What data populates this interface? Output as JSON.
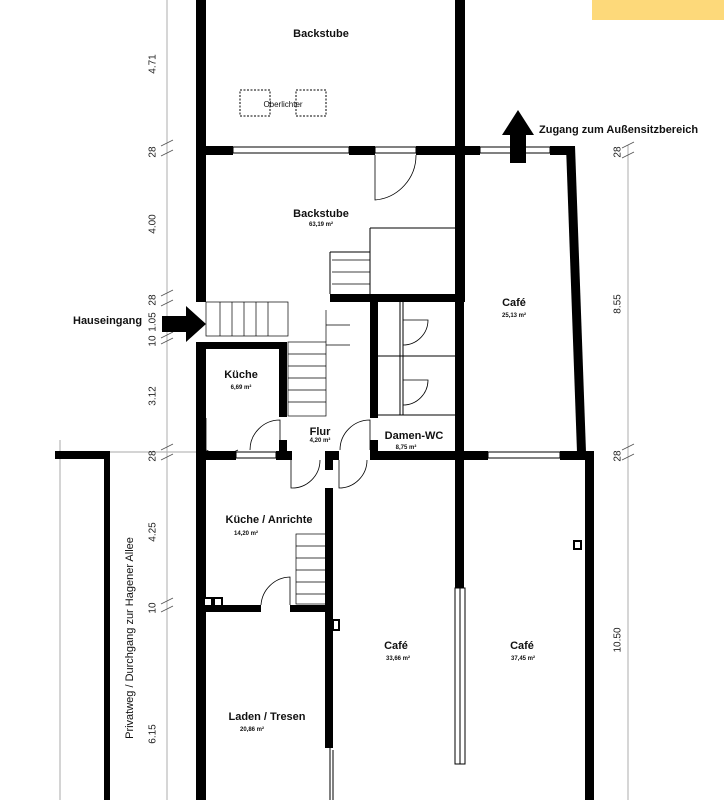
{
  "accent_color": "#fdd97a",
  "wall_color": "#000000",
  "rooms": {
    "backstube_top": {
      "name": "Backstube",
      "skylight_label": "Oberlichter"
    },
    "backstube": {
      "name": "Backstube",
      "area": "63,19 m²"
    },
    "cafe_upper": {
      "name": "Café",
      "area": "25,13 m²"
    },
    "kueche": {
      "name": "Küche",
      "area": "6,69 m²"
    },
    "flur": {
      "name": "Flur",
      "area": "4,20 m²"
    },
    "damen_wc": {
      "name": "Damen-WC",
      "area": "8,75 m²"
    },
    "kueche_anrichte": {
      "name": "Küche / Anrichte",
      "area": "14,20 m²"
    },
    "cafe_middle": {
      "name": "Café",
      "area": "33,66 m²"
    },
    "cafe_right": {
      "name": "Café",
      "area": "37,45 m²"
    },
    "laden": {
      "name": "Laden / Tresen",
      "area": "20,86 m²"
    }
  },
  "callouts": {
    "entrance": "Hauseingang",
    "outdoor_access": "Zugang zum Außensitzbereich",
    "private_way": "Privatweg / Durchgang zur Hagener Allee"
  },
  "dimensions_left": [
    "4.71",
    "28",
    "4.00",
    "28",
    "1.05",
    "10",
    "3.12",
    "28",
    "4.25",
    "10",
    "6.15"
  ],
  "dimensions_right": [
    "28",
    "8.55",
    "28",
    "10.50"
  ]
}
